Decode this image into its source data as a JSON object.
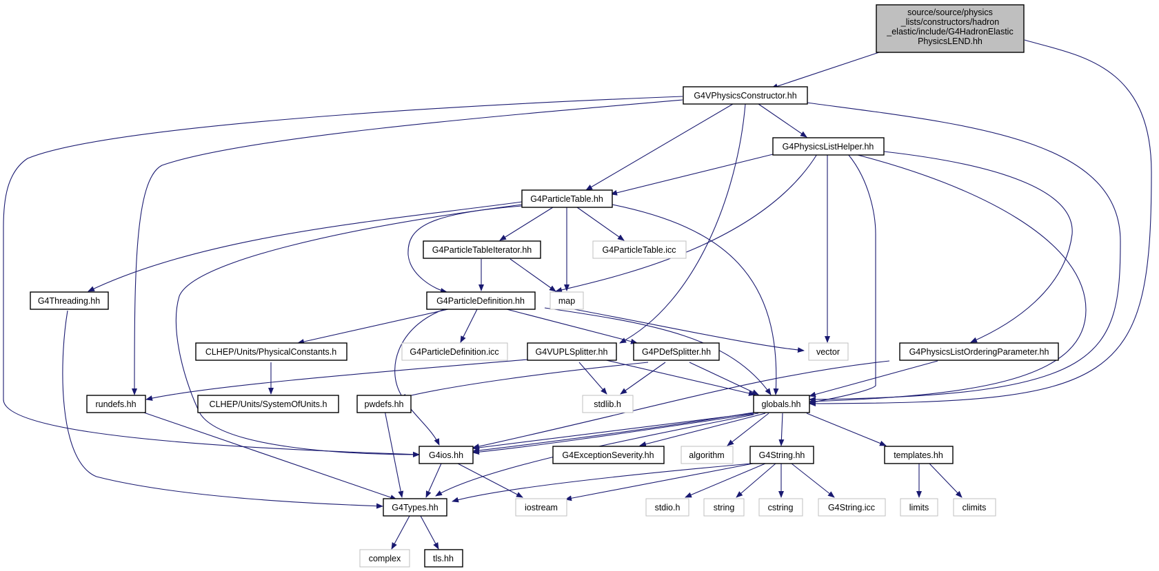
{
  "colors": {
    "edge": "#191970",
    "root_fill": "#bfbfbf",
    "node_border": "#000000",
    "external_border": "#bfbfbf"
  },
  "root": {
    "lines": [
      "source/source/physics",
      "_lists/constructors/hadron",
      "_elastic/include/G4HadronElastic",
      "PhysicsLEND.hh"
    ]
  },
  "nodes": {
    "vphys": "G4VPhysicsConstructor.hh",
    "plh": "G4PhysicsListHelper.hh",
    "ptable": "G4ParticleTable.hh",
    "ptiter": "G4ParticleTableIterator.hh",
    "pticc": "G4ParticleTable.icc",
    "map": "map",
    "threading": "G4Threading.hh",
    "pdef": "G4ParticleDefinition.hh",
    "physconst": "CLHEP/Units/PhysicalConstants.h",
    "pdeficc": "G4ParticleDefinition.icc",
    "vupl": "G4VUPLSplitter.hh",
    "pdefsplit": "G4PDefSplitter.hh",
    "vector": "vector",
    "ordparam": "G4PhysicsListOrderingParameter.hh",
    "rundefs": "rundefs.hh",
    "sysunits": "CLHEP/Units/SystemOfUnits.h",
    "pwdefs": "pwdefs.hh",
    "stdlib": "stdlib.h",
    "globals": "globals.hh",
    "ios": "G4ios.hh",
    "excsev": "G4ExceptionSeverity.hh",
    "algorithm": "algorithm",
    "string4": "G4String.hh",
    "templates": "templates.hh",
    "types": "G4Types.hh",
    "iostream": "iostream",
    "stdio": "stdio.h",
    "string": "string",
    "cstring": "cstring",
    "stringicc": "G4String.icc",
    "limits": "limits",
    "climits": "climits",
    "complex": "complex",
    "tls": "tls.hh"
  }
}
